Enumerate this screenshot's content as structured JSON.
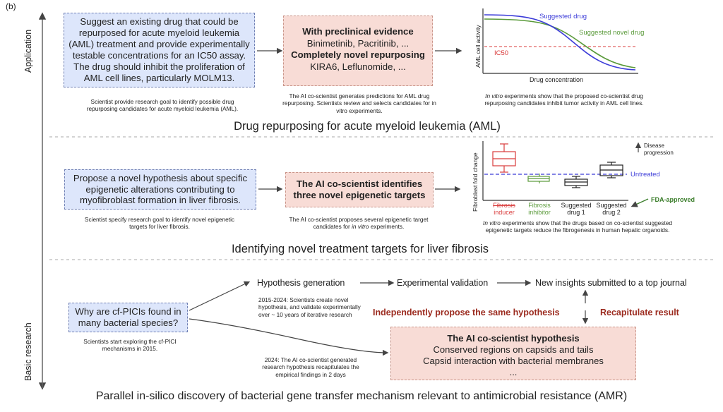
{
  "panel_label": "(b)",
  "side_labels": {
    "application": "Application",
    "basic_research": "Basic research"
  },
  "aml": {
    "goal": "Suggest an existing drug that could be repurposed for acute myeloid leukemia (AML) treatment and provide experimentally testable concentrations for an IC50 assay. The drug should inhibit the proliferation of AML cell lines, particularly MOLM13.",
    "goal_caption": "Scientist provide research goal to identify possible drug repurposing candidates for acute myeloid leukemia (AML).",
    "pred_h1": "With preclinical evidence",
    "pred_l1": "Binimetinib, Pacritinib, ...",
    "pred_h2": "Completely novel repurposing",
    "pred_l2": "KIRA6, Leflunomide, ...",
    "pred_caption": "The AI co-scientist generates predictions for AML drug repurposing. Scientists review and selects candidates for in vitro experiments.",
    "chart": {
      "suggested_drug": "Suggested drug",
      "suggested_novel": "Suggested novel drug",
      "ic50": "IC50",
      "ylabel": "AML cell activity",
      "xlabel": "Drug concentration",
      "color_drug": "#3b3bd8",
      "color_novel": "#5a9a3a",
      "color_ic50": "#d93b3b"
    },
    "result_caption_em": "In vitro",
    "result_caption": " experiments show that the proposed co-scientist drug repurposing candidates inhibit tumor activity in AML cell lines.",
    "title": "Drug repurposing for acute myeloid leukemia (AML)"
  },
  "fibrosis": {
    "goal": "Propose a novel hypothesis about specific epigenetic alterations contributing to myofibroblast formation in liver fibrosis.",
    "goal_caption": "Scientist specify research goal to identify novel epigenetic targets for liver fibrosis.",
    "pred": "The AI co-scientist identifies three novel epigenetic targets",
    "pred_caption_a": "The AI co-scientist proposes several epigenetic target candidates for ",
    "pred_caption_em": "in vitro",
    "pred_caption_b": " experiments.",
    "chart_data": {
      "type": "box",
      "ylabel": "Fibroblast fold change",
      "categories": [
        "Fibrosis inducer",
        "Fibrosis inhibitor",
        "Suggested drug 1",
        "Suggested drug 2"
      ],
      "cat_line1": [
        "Fibrosis",
        "Fibrosis",
        "Suggested",
        "Suggested"
      ],
      "cat_line2": [
        "inducer",
        "inhibitor",
        "drug 1",
        "drug 2"
      ],
      "cat_colors": [
        "#d93b3b",
        "#5a9a3a",
        "#222222",
        "#222222"
      ],
      "reference": "Untreated",
      "progression": "Disease progression",
      "progression_l1": "Disease",
      "progression_l2": "progression",
      "fda": "FDA-approved",
      "color_fda": "#3a7d2a"
    },
    "result_caption_em": "In vitro",
    "result_caption": " experiments show that the drugs based on co-scientist suggested epigenetic targets reduce the fibrogenesis in human hepatic organoids.",
    "title": "Identifying novel treatment targets for liver fibrosis"
  },
  "cfpici": {
    "question": "Why are cf-PICIs found in many bacterial species?",
    "question_caption": "Scientists start exploring the cf-PICI mechanisms in 2015.",
    "step1": "Hypothesis generation",
    "step2": "Experimental validation",
    "step3": "New insights submitted to a top journal",
    "step1_caption": "2015-2024: Scientists create novel hypothesis, and validate experimentally over ~ 10 years of iterative research",
    "independent": "Independently propose the same hypothesis",
    "recapitulate": "Recapitulate result",
    "ai_title": "The AI co-scientist hypothesis",
    "ai_l1": "Conserved regions on capsids and tails",
    "ai_l2": "Capsid interaction with bacterial membranes",
    "ai_l3": "...",
    "ai_caption": "2024: The AI co-scientist generated research hypothesis recapitulates the empirical findings in 2 days",
    "title": "Parallel in-silico discovery of bacterial gene transfer mechanism relevant to antimicrobial resistance (AMR)"
  }
}
